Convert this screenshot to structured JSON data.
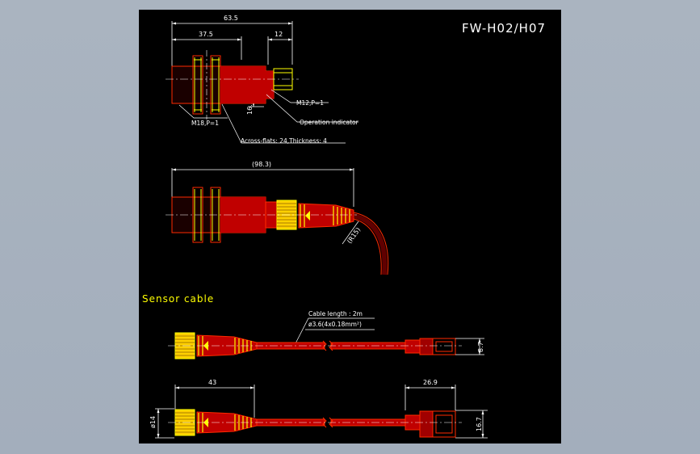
{
  "title": "FW-H02/H07",
  "section_title": "Sensor cable",
  "dimensions": {
    "total_length": "63.5",
    "body_length": "37.5",
    "connector_length": "12",
    "body_height": "16.3",
    "assembled_length": "(98.3)",
    "bend_radius": "(R15)",
    "cable_end_length": "43",
    "cable_diameter": "ø14",
    "plug_length": "26.9",
    "plug_height_top": "8.7",
    "plug_height_bottom": "16.7"
  },
  "callouts": {
    "main_thread": "M18,P=1",
    "connector_thread": "M12,P=1",
    "indicator": "Operation indicator",
    "nut": "Across-flats: 24,Thickness: 4"
  },
  "cable_spec": {
    "length": "Cable length : 2m",
    "diameter": "ø3.6(4x0.18mm²)"
  },
  "colors": {
    "outline": "#ff2a00",
    "body_red": "#d01010",
    "yellow": "#ffff00",
    "dimension": "#ffffff",
    "background": "#000000"
  }
}
